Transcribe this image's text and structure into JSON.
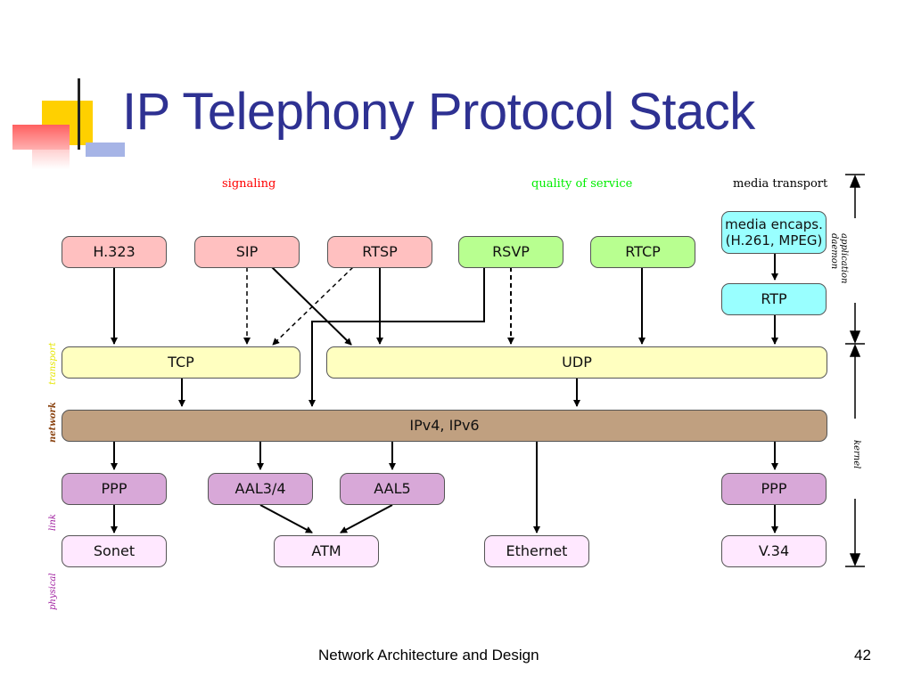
{
  "slide": {
    "title": "IP Telephony Protocol Stack",
    "footer": "Network Architecture and Design",
    "page_number": "42"
  },
  "headers": {
    "signaling": "signaling",
    "qos": "quality of service",
    "media": "media transport"
  },
  "side_labels": {
    "transport": "transport",
    "network": "network",
    "link": "link",
    "physical": "physical",
    "application": "application daemon",
    "kernel": "kernel"
  },
  "boxes": {
    "h323": "H.323",
    "sip": "SIP",
    "rtsp": "RTSP",
    "rsvp": "RSVP",
    "rtcp": "RTCP",
    "media_encaps": "media encaps.\n(H.261, MPEG)",
    "rtp": "RTP",
    "tcp": "TCP",
    "udp": "UDP",
    "ip": "IPv4, IPv6",
    "ppp1": "PPP",
    "aal34": "AAL3/4",
    "aal5": "AAL5",
    "ppp2": "PPP",
    "sonet": "Sonet",
    "atm": "ATM",
    "ethernet": "Ethernet",
    "v34": "V.34"
  },
  "colors": {
    "title": "#2e3192",
    "signaling": "#ff0000",
    "qos": "#00ff00",
    "transport": "#dddd00",
    "network": "#8b4513",
    "link_layer": "#a020a0"
  }
}
